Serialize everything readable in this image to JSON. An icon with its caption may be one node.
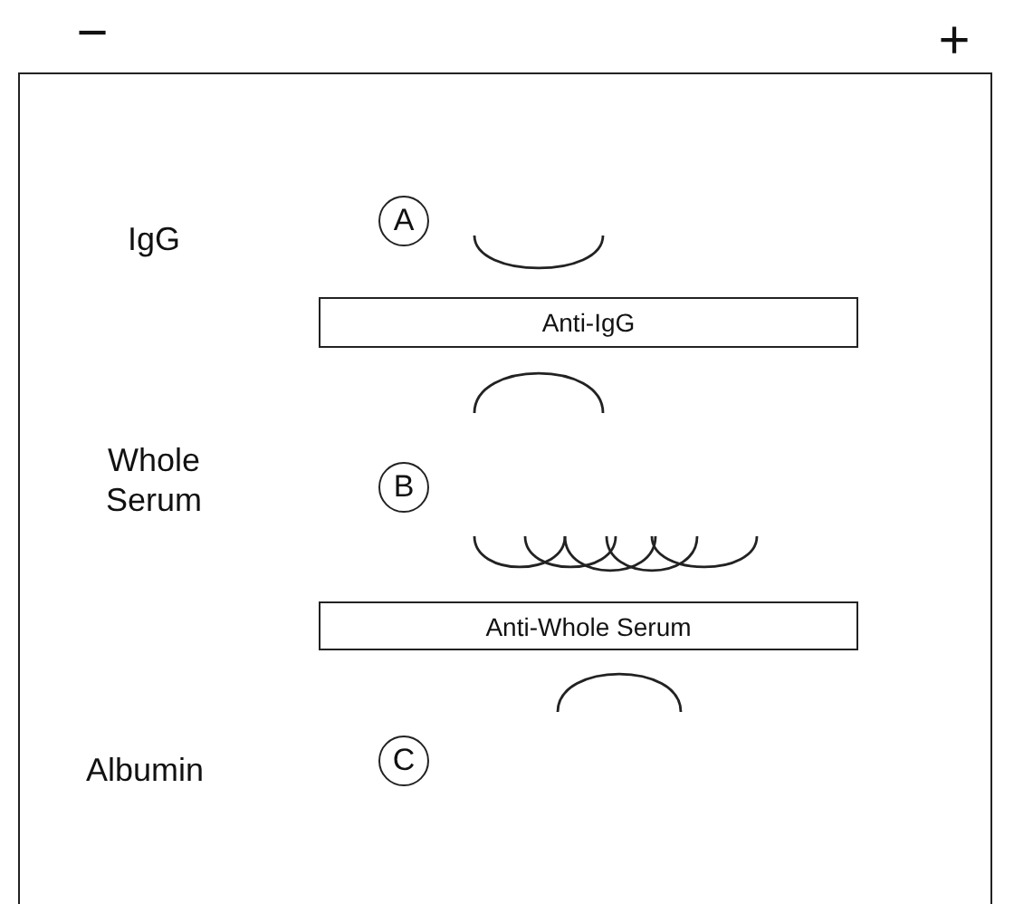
{
  "diagram": {
    "nodes": [
      {
        "text": [],
        "shape": "box"
      },
      {
        "text": [
          "A"
        ],
        "in": 0
      },
      {
        "text": [
          "Anti-IgG"
        ],
        "in": 0
      },
      {
        "text": [
          "B"
        ],
        "in": 0
      },
      {
        "text": [
          "Anti-Whole Serum"
        ],
        "in": 0
      },
      {
        "text": [
          "C"
        ],
        "in": 0
      }
    ],
    "edges": [],
    "labels": [
      "−",
      "+",
      "IgG",
      "Whole Serum",
      "Albumin"
    ]
  }
}
